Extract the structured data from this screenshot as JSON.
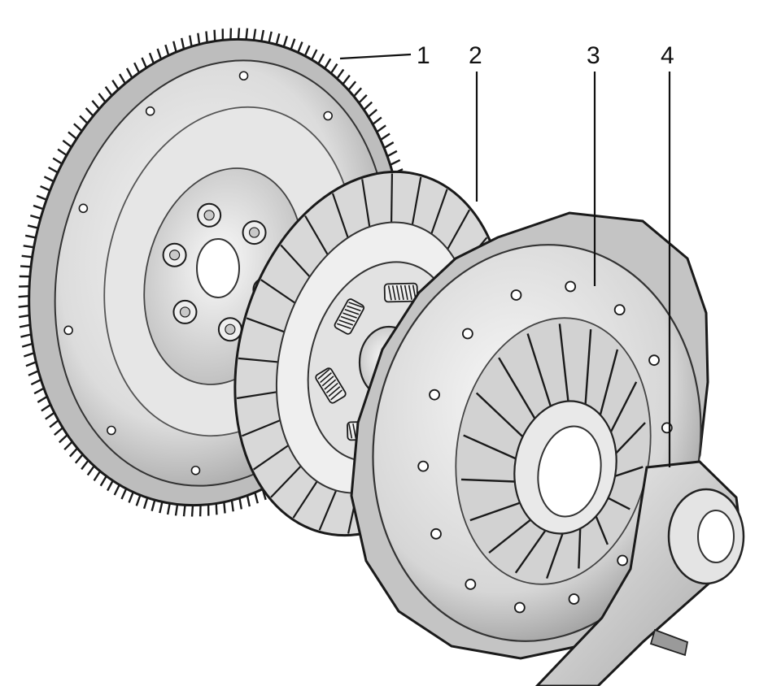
{
  "diagram": {
    "callouts": [
      {
        "id": "c1",
        "label": "1"
      },
      {
        "id": "c2",
        "label": "2"
      },
      {
        "id": "c3",
        "label": "3"
      },
      {
        "id": "c4",
        "label": "4"
      }
    ]
  },
  "colors": {
    "line": "#1a1a1a",
    "metal_light": "#eeeeee",
    "metal_mid": "#c9c9c9",
    "metal_dark": "#7d7d7d",
    "background": "#ffffff"
  }
}
